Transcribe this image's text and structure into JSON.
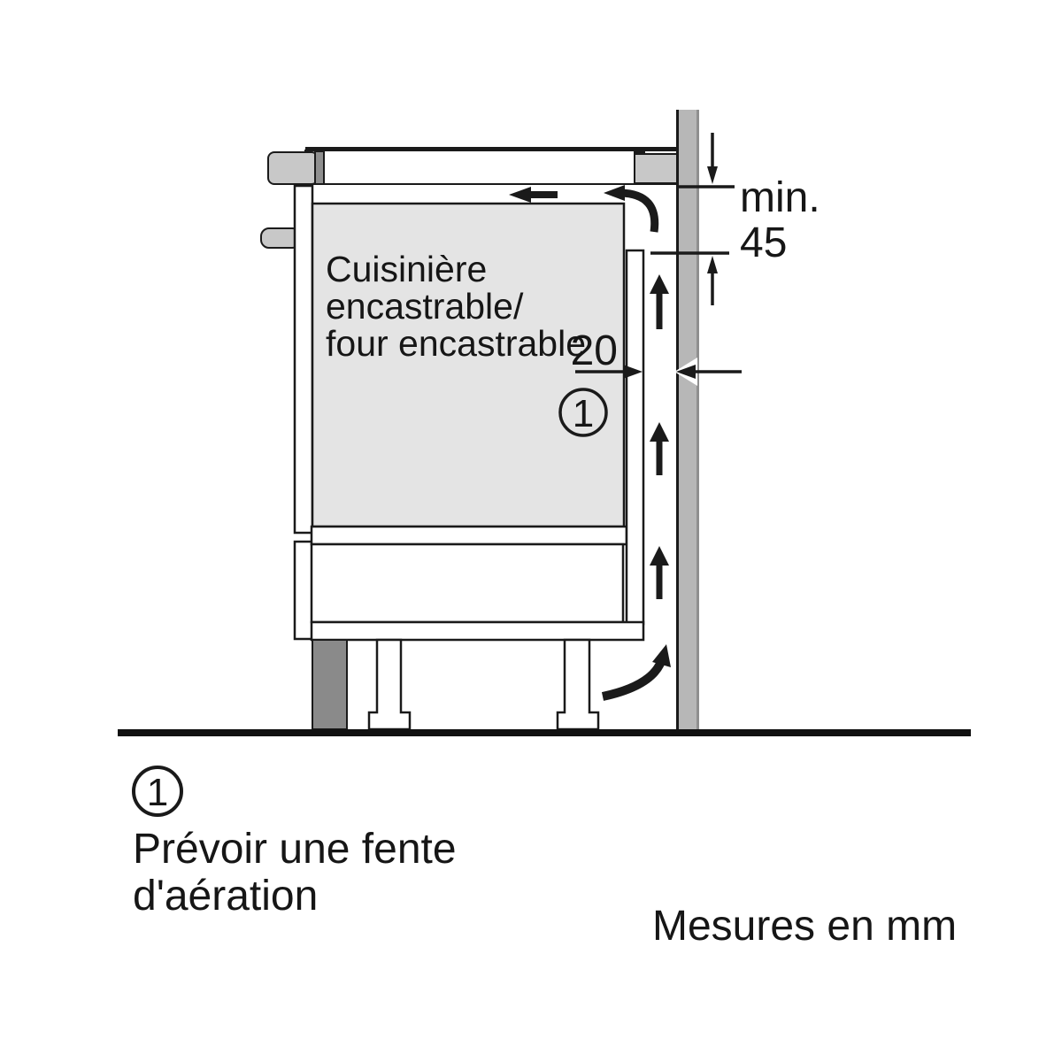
{
  "colors": {
    "ink": "#1a1a1a",
    "appliance_body": "#e4e4e4",
    "metal_gray": "#c8c8c8",
    "edge_gray": "#8f8f8f",
    "wall_gray": "#b7b7b7",
    "wall_edge_dark": "#8f8f8f",
    "plinth_gray": "#8a8a8a",
    "floor_black": "#111111",
    "white": "#ffffff"
  },
  "diagram": {
    "appliance_label": {
      "line1": "Cuisinière",
      "line2": "encastrable/",
      "line3": "four encastrable"
    },
    "dimensions": {
      "top_clearance_label": "min.",
      "top_clearance_value": "45",
      "rear_gap_value": "20"
    },
    "callout": {
      "number": "1"
    }
  },
  "footnote": {
    "marker": "1",
    "line1": "Prévoir une fente",
    "line2": "d'aération"
  },
  "units_note": "Mesures en mm"
}
